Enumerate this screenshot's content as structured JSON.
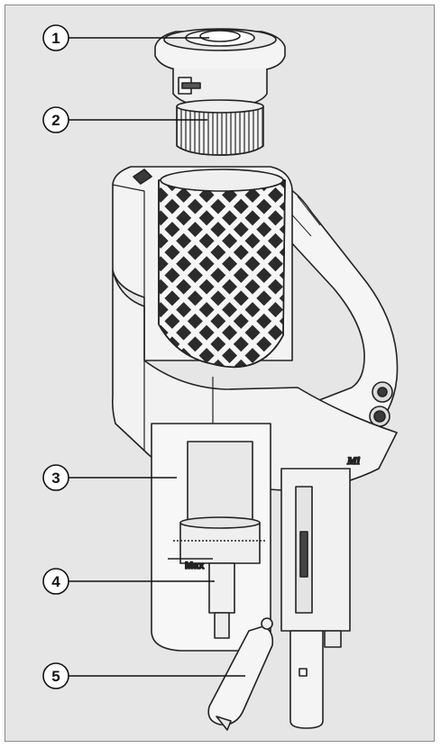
{
  "diagram": {
    "callouts": [
      {
        "number": "1"
      },
      {
        "number": "2"
      },
      {
        "number": "3"
      },
      {
        "number": "4"
      },
      {
        "number": "5"
      }
    ],
    "max_marking": "Max",
    "brand_fragment": "Mi"
  },
  "colors": {
    "background": "#e6e6e6",
    "frame_border": "#8a8a8a",
    "body_fill": "#f4f4f4",
    "line": "#222222",
    "shadow": "#cfcfcf",
    "dark_part": "#3a3a3a"
  }
}
